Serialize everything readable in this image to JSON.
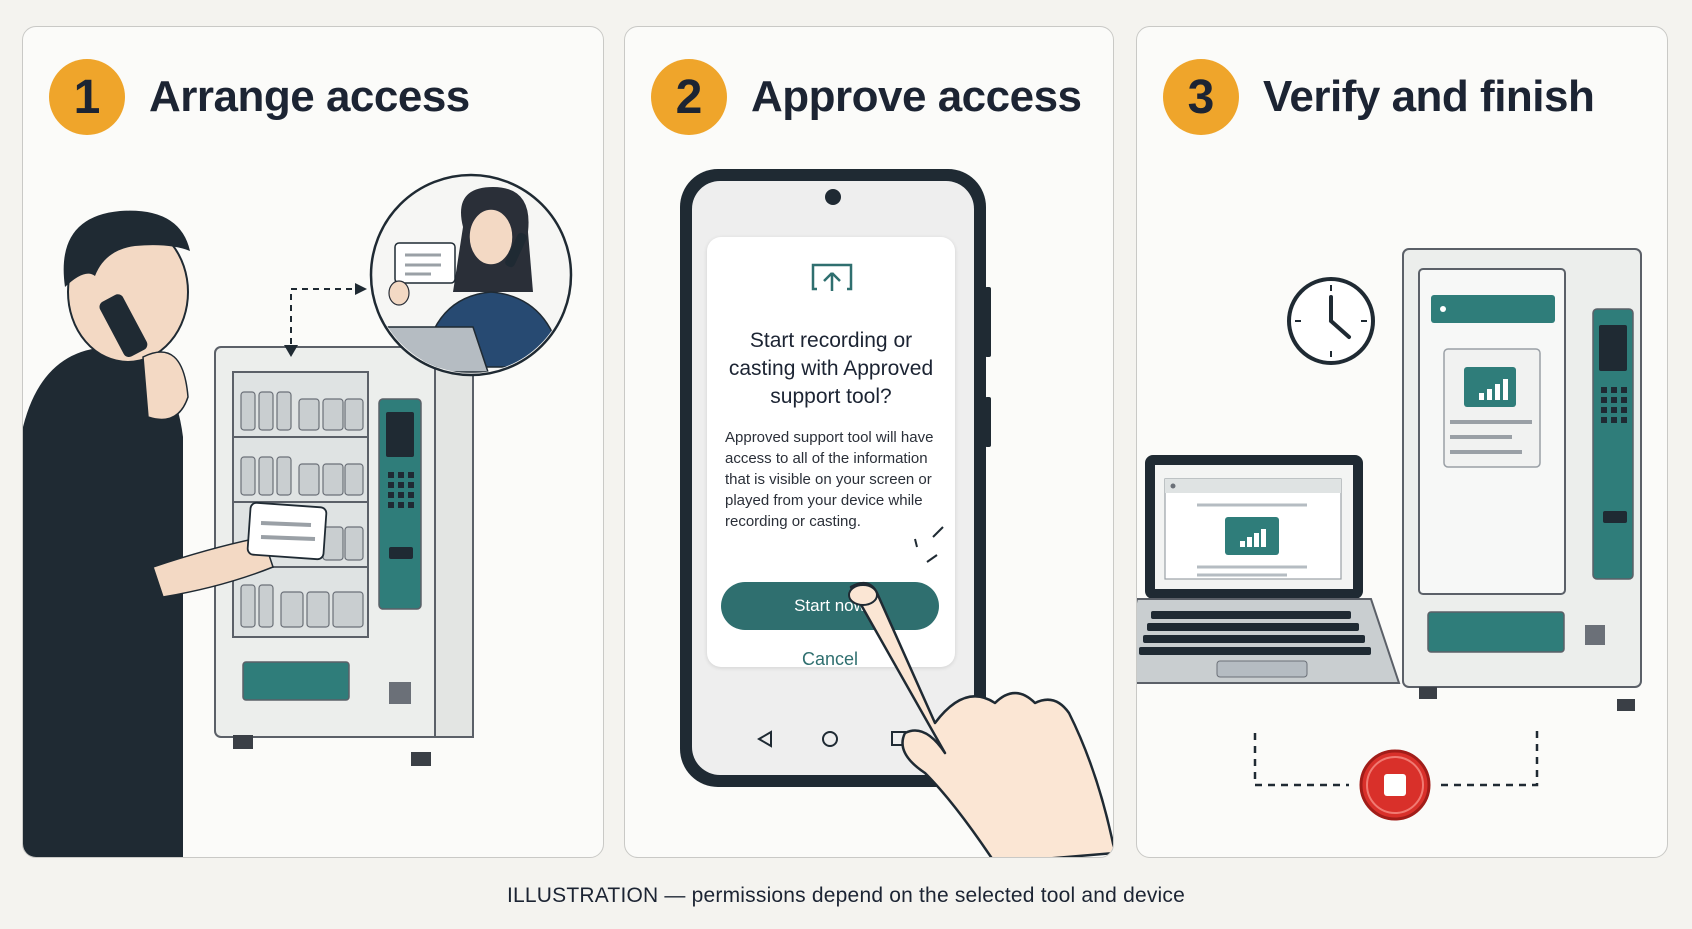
{
  "steps": [
    {
      "number": "1",
      "title": "Arrange access"
    },
    {
      "number": "2",
      "title": "Approve access"
    },
    {
      "number": "3",
      "title": "Verify and finish"
    }
  ],
  "dialog": {
    "title": "Start recording or casting with Approved support tool?",
    "body": "Approved support tool will have access to all of the information that is visible on your screen or played from your device while recording or casting.",
    "primary_button": "Start now",
    "secondary_button": "Cancel"
  },
  "icons": {
    "dialog": "cast-icon",
    "nav": [
      "back-icon",
      "home-icon",
      "recents-icon"
    ],
    "panel3": [
      "clock-icon",
      "signal-bars-icon",
      "stop-icon"
    ]
  },
  "colors": {
    "accent_teal": "#2f6f6f",
    "step_badge": "#efa52b",
    "stop_red": "#d9302a"
  },
  "caption": "ILLUSTRATION — permissions depend on the selected tool and device"
}
